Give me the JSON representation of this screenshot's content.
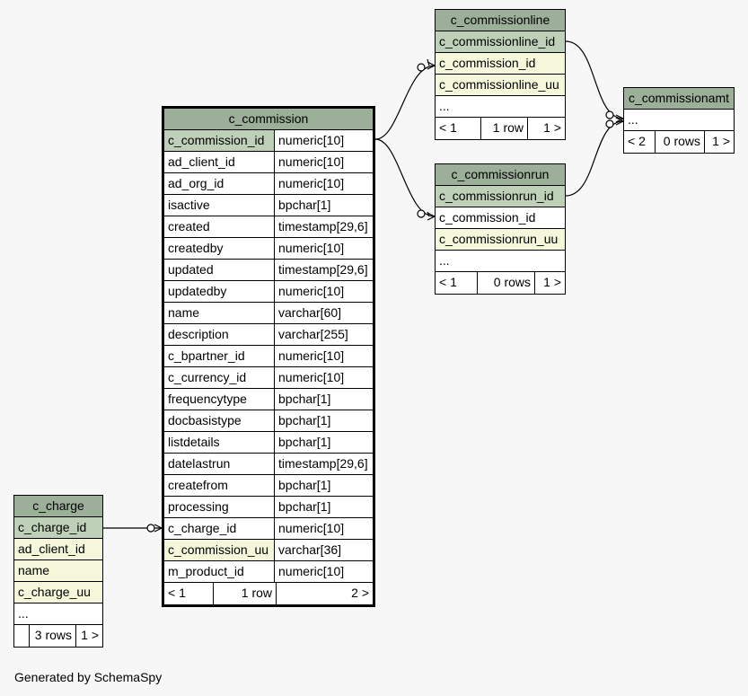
{
  "caption": "Generated by SchemaSpy",
  "tables": {
    "c_commission": {
      "title": "c_commission",
      "columns": [
        {
          "name": "c_commission_id",
          "type": "numeric[10]",
          "kind": "pk"
        },
        {
          "name": "ad_client_id",
          "type": "numeric[10]",
          "kind": "plain"
        },
        {
          "name": "ad_org_id",
          "type": "numeric[10]",
          "kind": "plain"
        },
        {
          "name": "isactive",
          "type": "bpchar[1]",
          "kind": "plain"
        },
        {
          "name": "created",
          "type": "timestamp[29,6]",
          "kind": "plain"
        },
        {
          "name": "createdby",
          "type": "numeric[10]",
          "kind": "plain"
        },
        {
          "name": "updated",
          "type": "timestamp[29,6]",
          "kind": "plain"
        },
        {
          "name": "updatedby",
          "type": "numeric[10]",
          "kind": "plain"
        },
        {
          "name": "name",
          "type": "varchar[60]",
          "kind": "plain"
        },
        {
          "name": "description",
          "type": "varchar[255]",
          "kind": "plain"
        },
        {
          "name": "c_bpartner_id",
          "type": "numeric[10]",
          "kind": "plain"
        },
        {
          "name": "c_currency_id",
          "type": "numeric[10]",
          "kind": "plain"
        },
        {
          "name": "frequencytype",
          "type": "bpchar[1]",
          "kind": "plain"
        },
        {
          "name": "docbasistype",
          "type": "bpchar[1]",
          "kind": "plain"
        },
        {
          "name": "listdetails",
          "type": "bpchar[1]",
          "kind": "plain"
        },
        {
          "name": "datelastrun",
          "type": "timestamp[29,6]",
          "kind": "plain"
        },
        {
          "name": "createfrom",
          "type": "bpchar[1]",
          "kind": "plain"
        },
        {
          "name": "processing",
          "type": "bpchar[1]",
          "kind": "plain"
        },
        {
          "name": "c_charge_id",
          "type": "numeric[10]",
          "kind": "plain"
        },
        {
          "name": "c_commission_uu",
          "type": "varchar[36]",
          "kind": "fk"
        },
        {
          "name": "m_product_id",
          "type": "numeric[10]",
          "kind": "plain"
        }
      ],
      "footer": {
        "parents": "< 1",
        "rows": "1 row",
        "children": "2 >"
      }
    },
    "c_commissionline": {
      "title": "c_commissionline",
      "columns": [
        {
          "name": "c_commissionline_id",
          "kind": "pk"
        },
        {
          "name": "c_commission_id",
          "kind": "fk"
        },
        {
          "name": "c_commissionline_uu",
          "kind": "fk"
        },
        {
          "name": "...",
          "kind": "plain"
        }
      ],
      "footer": {
        "parents": "< 1",
        "rows": "1 row",
        "children": "1 >"
      }
    },
    "c_commissionrun": {
      "title": "c_commissionrun",
      "columns": [
        {
          "name": "c_commissionrun_id",
          "kind": "pk"
        },
        {
          "name": "c_commission_id",
          "kind": "plain"
        },
        {
          "name": "c_commissionrun_uu",
          "kind": "fk"
        },
        {
          "name": "...",
          "kind": "plain"
        }
      ],
      "footer": {
        "parents": "< 1",
        "rows": "0 rows",
        "children": "1 >"
      }
    },
    "c_commissionamt": {
      "title": "c_commissionamt",
      "columns": [
        {
          "name": "...",
          "kind": "plain"
        }
      ],
      "footer": {
        "parents": "< 2",
        "rows": "0 rows",
        "children": "1 >"
      }
    },
    "c_charge": {
      "title": "c_charge",
      "columns": [
        {
          "name": "c_charge_id",
          "kind": "pk"
        },
        {
          "name": "ad_client_id",
          "kind": "fk"
        },
        {
          "name": "name",
          "kind": "fk"
        },
        {
          "name": "c_charge_uu",
          "kind": "fk"
        },
        {
          "name": "...",
          "kind": "plain"
        }
      ],
      "footer": {
        "parents": "",
        "rows": "3 rows",
        "children": "1 >"
      }
    }
  },
  "colors": {
    "header": "#9caf99",
    "primary_key": "#bed1b8",
    "foreign_key": "#f4f7da",
    "background": "#f7f7f7"
  }
}
